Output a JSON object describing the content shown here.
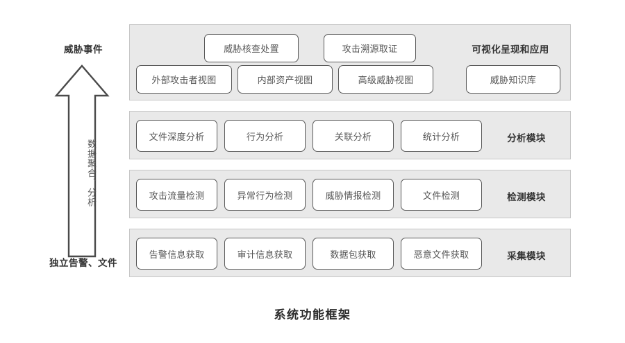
{
  "flow": {
    "top_label": "威胁事件",
    "bottom_label": "独立告警、文件",
    "arrow_text": "数据聚合、分析",
    "arrow_direction": "up"
  },
  "panels": [
    {
      "id": "visualization",
      "label": "可视化呈现和应用",
      "elevated_boxes": [
        {
          "id": "threat-review",
          "label": "威胁核查处置"
        },
        {
          "id": "attack-trace",
          "label": "攻击溯源取证"
        }
      ],
      "base_boxes": [
        {
          "id": "external-attacker",
          "label": "外部攻击者视图"
        },
        {
          "id": "internal-asset",
          "label": "内部资产视图"
        },
        {
          "id": "advanced-threat",
          "label": "高级威胁视图"
        },
        {
          "id": "threat-kb",
          "label": "威胁知识库"
        }
      ]
    },
    {
      "id": "analysis",
      "label": "分析模块",
      "boxes": [
        {
          "id": "file-deep-analysis",
          "label": "文件深度分析"
        },
        {
          "id": "behavior-analysis",
          "label": "行为分析"
        },
        {
          "id": "correlation-analysis",
          "label": "关联分析"
        },
        {
          "id": "statistical-analysis",
          "label": "统计分析"
        }
      ]
    },
    {
      "id": "detection",
      "label": "检测模块",
      "boxes": [
        {
          "id": "attack-traffic-detection",
          "label": "攻击流量检测"
        },
        {
          "id": "abnormal-behavior-detection",
          "label": "异常行为检测"
        },
        {
          "id": "threat-intel-detection",
          "label": "威胁情报检测"
        },
        {
          "id": "file-detection",
          "label": "文件检测"
        }
      ]
    },
    {
      "id": "collection",
      "label": "采集模块",
      "boxes": [
        {
          "id": "alert-info-collection",
          "label": "告警信息获取"
        },
        {
          "id": "audit-info-collection",
          "label": "审计信息获取"
        },
        {
          "id": "packet-collection",
          "label": "数据包获取"
        },
        {
          "id": "malicious-file-collection",
          "label": "恶意文件获取"
        }
      ]
    }
  ],
  "caption": "系统功能框架",
  "colors": {
    "panel_fill": "#e9e9e9",
    "panel_border": "#c6c6c6",
    "box_fill": "#ffffff",
    "box_border": "#585858",
    "text": "#555555",
    "label_text": "#333333",
    "background": "#ffffff"
  }
}
